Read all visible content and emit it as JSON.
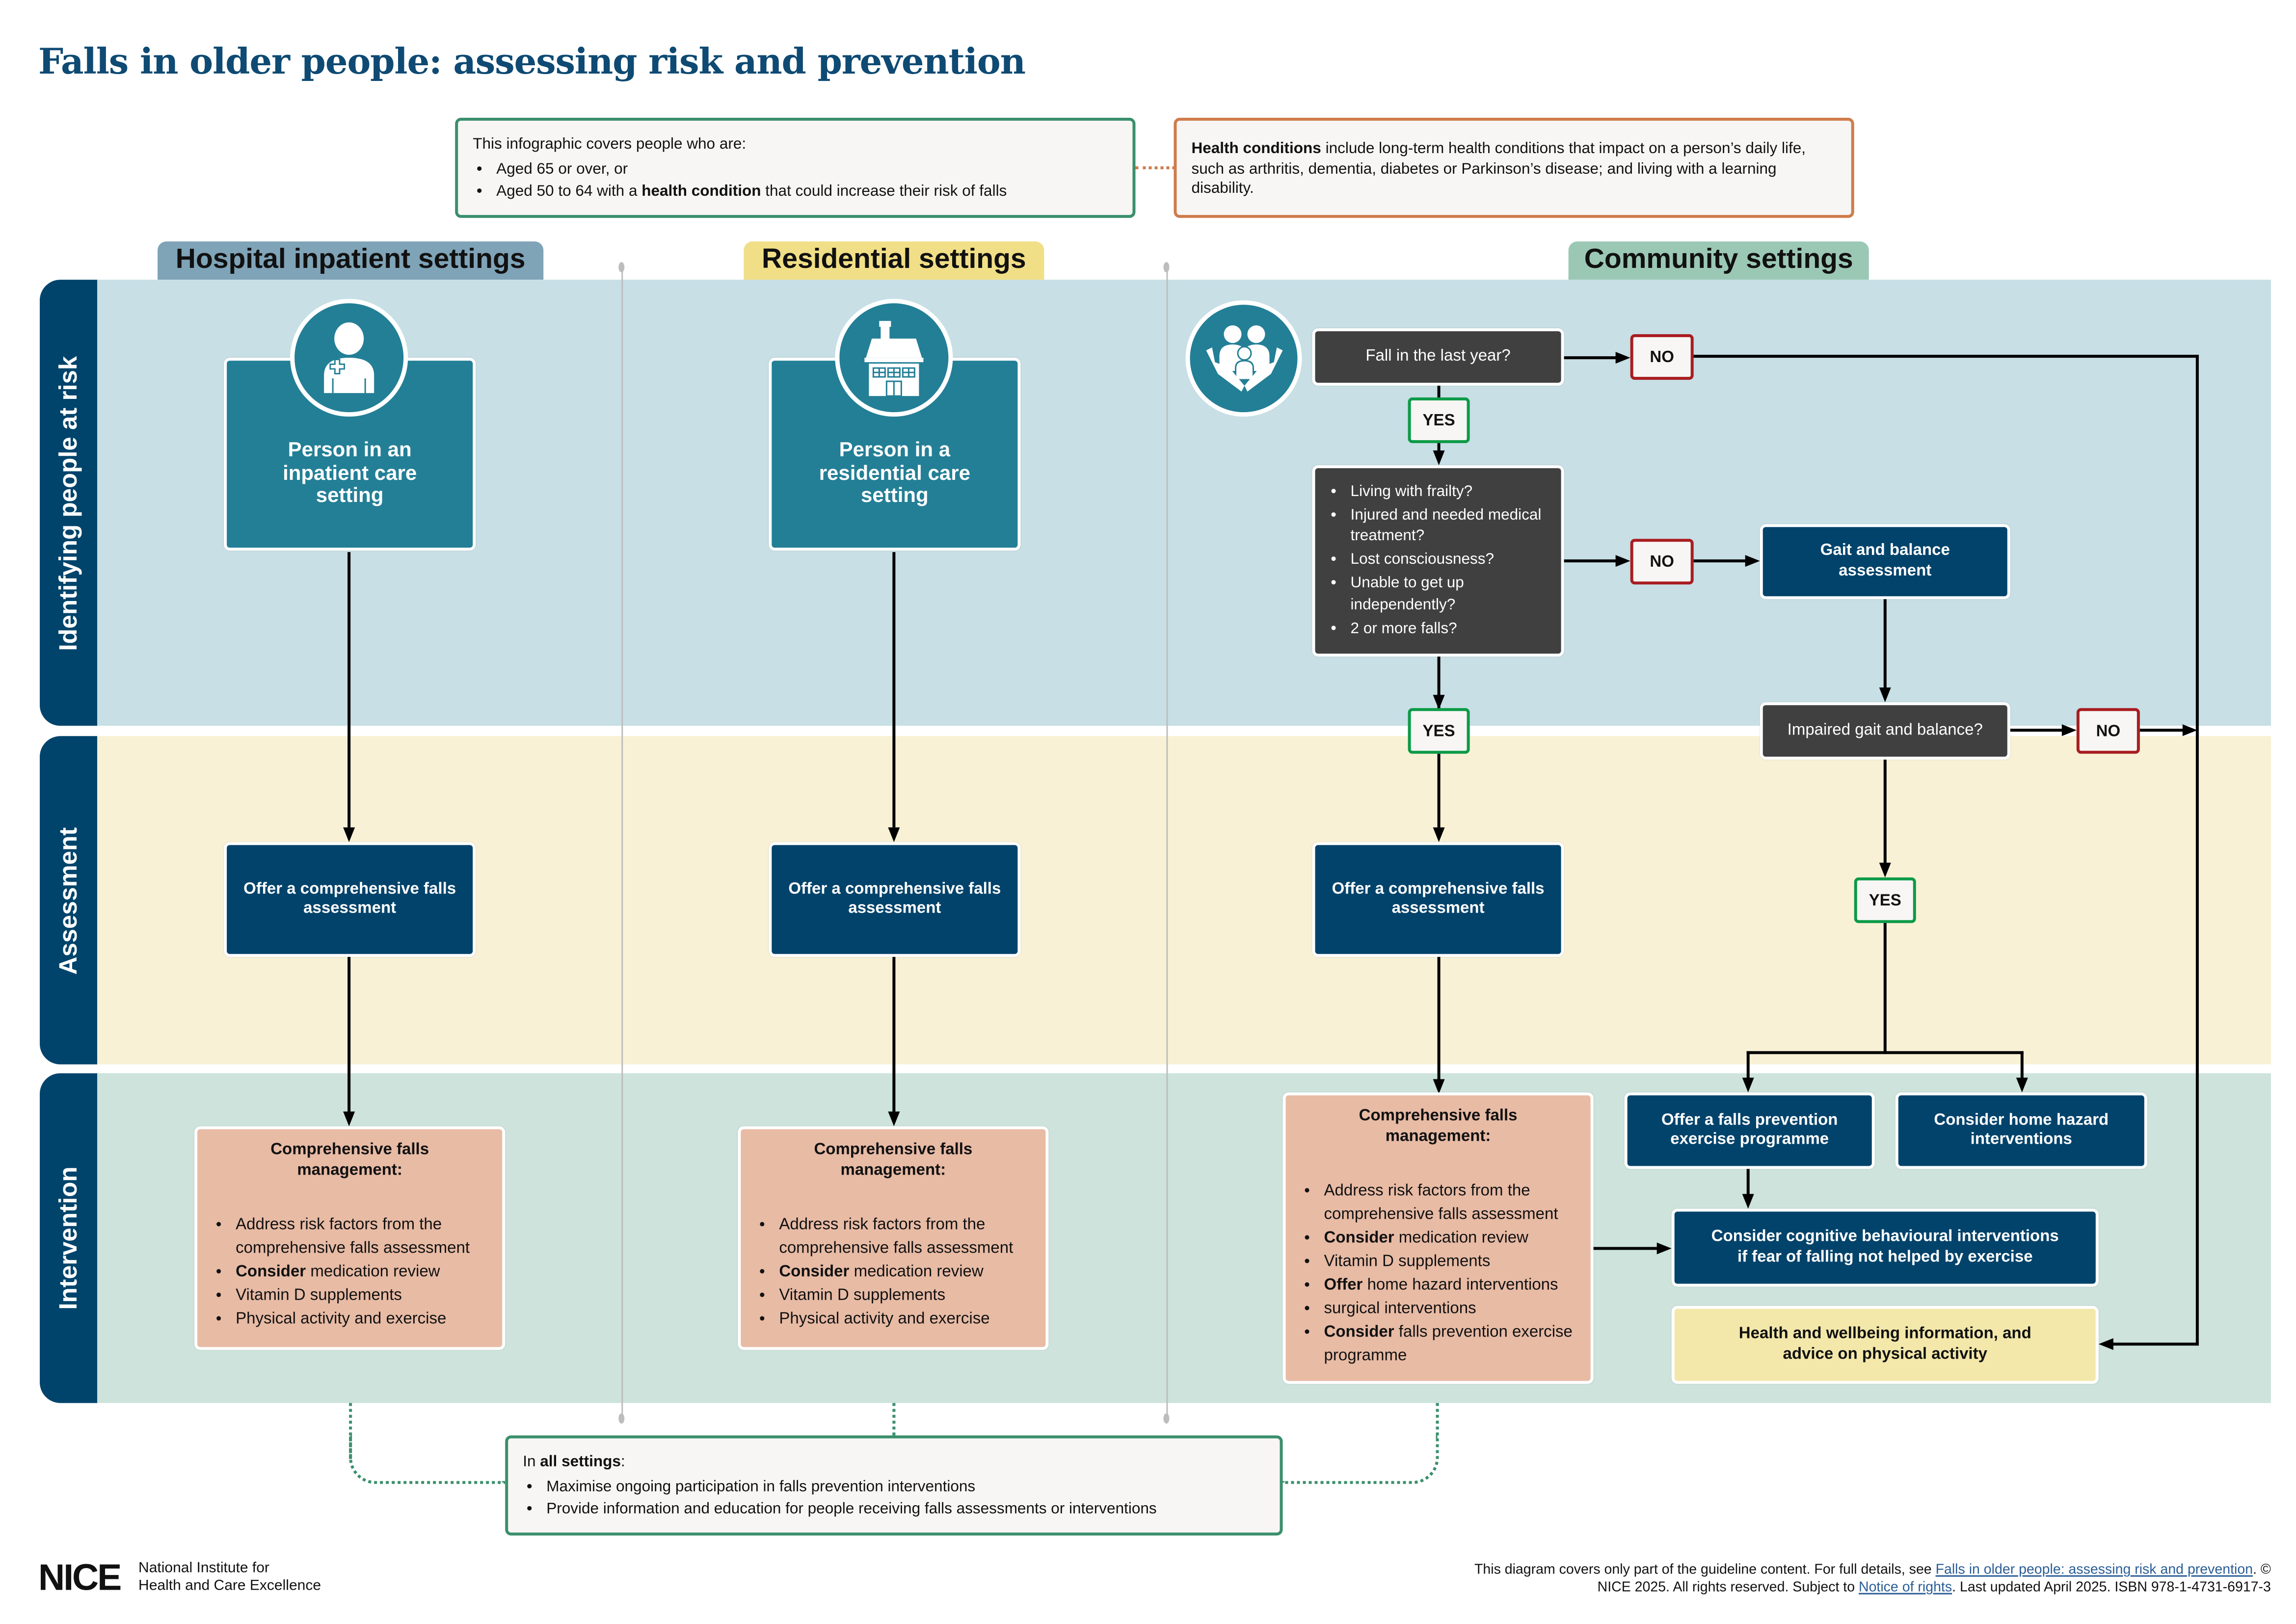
{
  "title": "Falls in older people: assessing risk and prevention",
  "scope_box": {
    "intro": "This infographic covers people who are:",
    "items": [
      {
        "text": "Aged 65 or over, or"
      },
      {
        "pre": "Aged 50 to 64 with a ",
        "bold": "health condition",
        "post": " that could increase their risk of falls"
      }
    ]
  },
  "conditions_box": {
    "bold": "Health conditions",
    "text": " include long-term health conditions that impact on a person’s daily life, such as arthritis, dementia, diabetes or Parkinson’s disease; and living with a learning disability."
  },
  "settings": {
    "hospital": {
      "label": "Hospital inpatient settings",
      "color": "#7fa3b7"
    },
    "residential": {
      "label": "Residential settings",
      "color": "#f1df87"
    },
    "community": {
      "label": "Community settings",
      "color": "#9bc8b5"
    }
  },
  "lanes": [
    {
      "label": "Identifying people at risk",
      "color": "#c7dfe5"
    },
    {
      "label": "Assessment",
      "color": "#f8f1d5"
    },
    {
      "label": "Intervention",
      "color": "#cde3dc"
    }
  ],
  "hospital": {
    "icon": "nurse-icon",
    "start": "Person in an inpatient care setting",
    "assessment": "Offer a comprehensive falls assessment",
    "management": {
      "heading": "Comprehensive falls management:",
      "items": [
        {
          "bold": "",
          "text": "Address risk factors from the comprehensive falls assessment"
        },
        {
          "bold": "Consider",
          "text": " medication review"
        },
        {
          "bold": "",
          "text": "Vitamin D supplements"
        },
        {
          "bold": "",
          "text": "Physical activity and exercise"
        }
      ]
    }
  },
  "residential": {
    "icon": "house-icon",
    "start": "Person in a residential care setting",
    "assessment": "Offer a comprehensive falls assessment",
    "management": {
      "heading": "Comprehensive falls management:",
      "items": [
        {
          "bold": "",
          "text": "Address risk factors from the comprehensive falls assessment"
        },
        {
          "bold": "Consider",
          "text": " medication review"
        },
        {
          "bold": "",
          "text": "Vitamin D supplements"
        },
        {
          "bold": "",
          "text": "Physical activity and exercise"
        }
      ]
    }
  },
  "community": {
    "icon": "family-in-hands-icon",
    "q1": "Fall in the last year?",
    "q2_items": [
      "Living with frailty?",
      "Injured and needed medical treatment?",
      "Lost consciousness?",
      "Unable to get up independently?",
      "2 or more falls?"
    ],
    "gait_assessment": "Gait and balance assessment",
    "q3": "Impaired gait and balance?",
    "assessment": "Offer a comprehensive falls assessment",
    "management": {
      "heading": "Comprehensive falls management:",
      "items": [
        {
          "bold": "",
          "text": "Address risk factors from the comprehensive falls assessment"
        },
        {
          "bold": "Consider",
          "text": " medication review"
        },
        {
          "bold": "",
          "text": "Vitamin D supplements"
        },
        {
          "bold": "Offer",
          "text": " home hazard interventions"
        },
        {
          "bold": "",
          "text": "surgical interventions"
        },
        {
          "bold": "Consider",
          "text": " falls prevention exercise programme"
        }
      ]
    },
    "exercise": "Offer a falls prevention exercise programme",
    "home_hazard": "Consider home hazard interventions",
    "cbt": "Consider cognitive behavioural interventions if fear of falling not helped by exercise",
    "wellbeing": "Health and wellbeing information, and advice on physical activity"
  },
  "decision_labels": {
    "yes": "YES",
    "no": "NO"
  },
  "all_settings": {
    "pre": "In ",
    "bold": "all settings",
    "post": ":",
    "items": [
      "Maximise ongoing participation in falls prevention interventions",
      "Provide information and education for people receiving falls assessments or interventions"
    ]
  },
  "footer": {
    "logo": "NICE",
    "org_line1": "National Institute for",
    "org_line2": "Health and Care Excellence",
    "note_pre": "This diagram covers only part of the guideline content. For full details, see ",
    "link1": "Falls in older people: assessing risk and prevention",
    "note_mid": ". © NICE 2025. All rights reserved. Subject to ",
    "link2": "Notice of rights",
    "note_post": ". Last updated April 2025. ISBN 978-1-4731-6917-3"
  }
}
